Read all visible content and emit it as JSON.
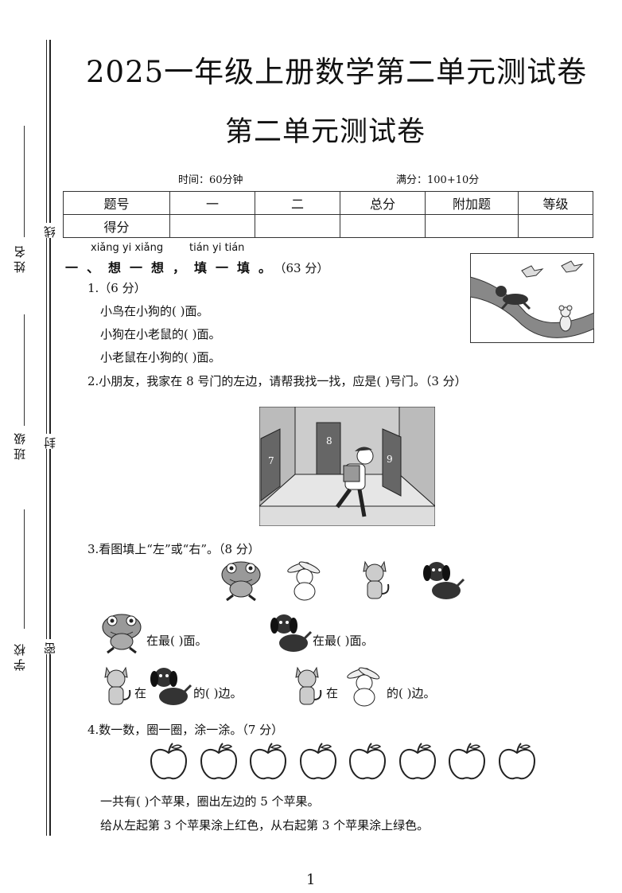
{
  "header": {
    "main_title": "2025一年级上册数学第二单元测试卷",
    "subtitle": "第二单元测试卷",
    "time": "时间：60分钟",
    "full_marks": "满分：100+10分"
  },
  "score_table": {
    "row1": [
      "题号",
      "一",
      "二",
      "总分",
      "附加题",
      "等级"
    ],
    "row2_label": "得分"
  },
  "binding": {
    "name": "姓名",
    "class": "班级",
    "school": "学校",
    "line": "线",
    "seal": "封",
    "secret": "密"
  },
  "section1": {
    "pinyin_a": "xiǎng yi xiǎng",
    "pinyin_b": "tián yi tián",
    "title": "一、想一想，填一填。",
    "score": "（63 分）"
  },
  "q1": {
    "number": "1.（6 分）",
    "line1": "小鸟在小狗的(          )面。",
    "line2": "小狗在小老鼠的(          )面。",
    "line3": "小老鼠在小狗的(          )面。"
  },
  "q2": {
    "text": "2.小朋友，我家在 8 号门的左边，请帮我找一找，应是(          )号门。（3 分）",
    "door7": "7",
    "door8": "8",
    "door9": "9"
  },
  "q3": {
    "text": "3.看图填上“左”或“右”。（8 分）",
    "row1a": "在最(          )面。",
    "row1b": "在最(          )面。",
    "zai": "在",
    "de1": "的(          )边。",
    "de2": "的(          )边。"
  },
  "q4": {
    "text": "4.数一数，圈一圈，涂一涂。（7 分）",
    "apple_count": 8,
    "line1": "一共有(          )个苹果，圈出左边的 5 个苹果。",
    "line2": "给从左起第 3 个苹果涂上红色，从右起第 3 个苹果涂上绿色。"
  },
  "page_number": "1"
}
